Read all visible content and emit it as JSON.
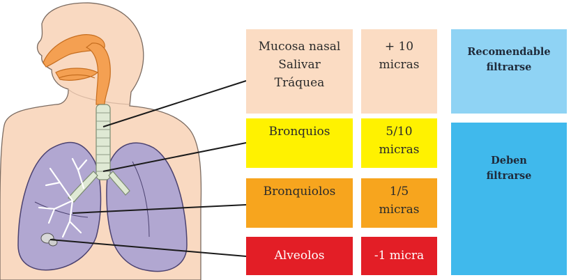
{
  "rows": [
    {
      "location_lines": [
        "Mucosa nasal",
        "Salivar",
        "Tráquea"
      ],
      "size_lines": [
        "+ 10",
        "micras"
      ],
      "color": "#fbdcc3"
    },
    {
      "location_lines": [
        "Bronquios"
      ],
      "size_lines": [
        "5/10",
        "micras"
      ],
      "color": "#fff200"
    },
    {
      "location_lines": [
        "Bronquiolos"
      ],
      "size_lines": [
        "1/5",
        "micras"
      ],
      "color": "#f7a51e"
    },
    {
      "location_lines": [
        "Alveolos"
      ],
      "size_lines": [
        "-1 micra"
      ],
      "color": "#e31e26"
    }
  ],
  "recommendations": [
    {
      "lines": [
        "Recomendable",
        "filtrarse"
      ],
      "color": "#8fd3f4"
    },
    {
      "lines": [
        "Deben",
        "filtrarse"
      ],
      "color": "#40b9ec"
    }
  ],
  "illustration": {
    "skin_color": "#f9d9c1",
    "airway_color": "#f4a052",
    "lung_color": "#b1a7d1",
    "trachea_color": "#dfe9d4"
  }
}
